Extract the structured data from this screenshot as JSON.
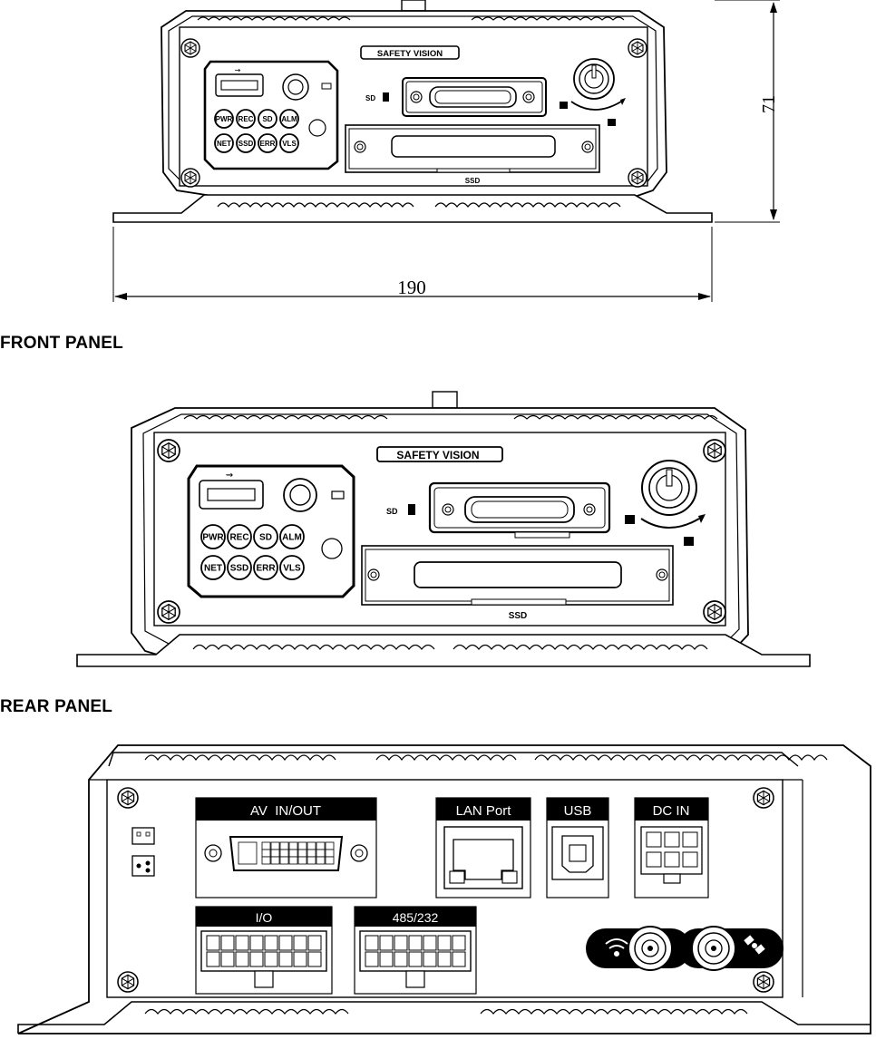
{
  "drawing_top": {
    "brand": "SAFETY VISION",
    "dim_height": "71",
    "dim_width": "190",
    "sd_label": "SD",
    "ssd_label": "SSD",
    "leds_row1": [
      "PWR",
      "REC",
      "SD",
      "ALM"
    ],
    "leds_row2": [
      "NET",
      "SSD",
      "ERR",
      "VLS"
    ]
  },
  "front_panel": {
    "heading": "FRONT PANEL",
    "brand": "SAFETY VISION",
    "sd_label": "SD",
    "ssd_label": "SSD",
    "leds_row1": [
      "PWR",
      "REC",
      "SD",
      "ALM"
    ],
    "leds_row2": [
      "NET",
      "SSD",
      "ERR",
      "VLS"
    ]
  },
  "rear_panel": {
    "heading": "REAR PANEL",
    "av_label": "AV  IN/OUT",
    "lan_label": "LAN Port",
    "usb_label": "USB",
    "dc_label": "DC IN",
    "io_label": "I/O",
    "rs_label": "485/232"
  },
  "icons": [
    "usb-icon",
    "lock-open-icon",
    "lock-closed-icon",
    "wifi-icon",
    "gps-satellite-icon",
    "screw-icon"
  ]
}
